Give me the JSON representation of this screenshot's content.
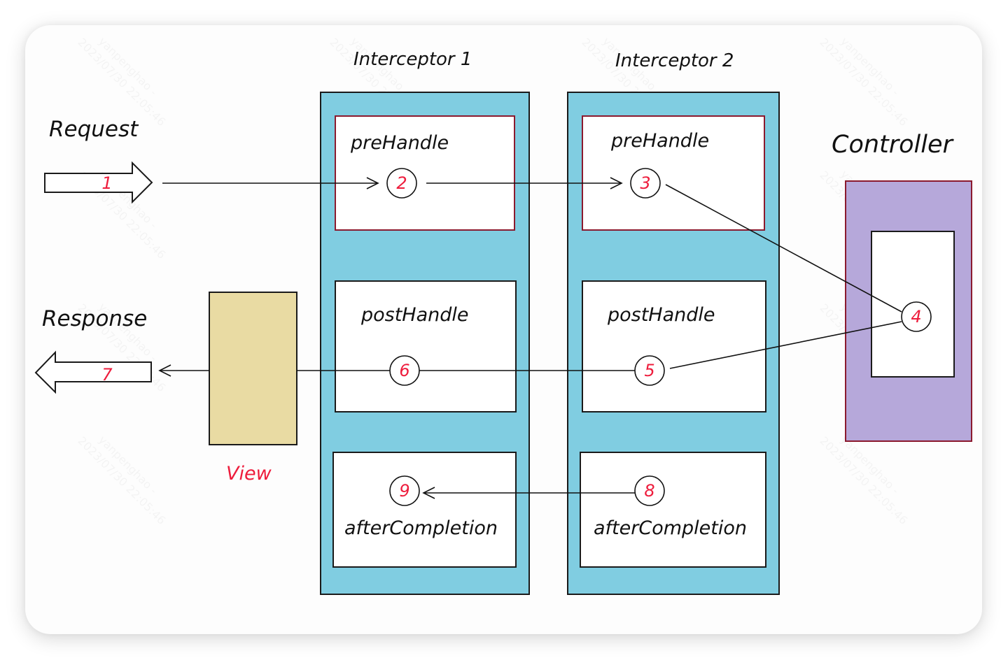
{
  "diagram": {
    "title": "Spring MVC interceptor execution flow",
    "request_label": "Request",
    "response_label": "Response",
    "view_label": "View",
    "controller_label": "Controller",
    "interceptors": [
      {
        "name": "Interceptor 1",
        "pre_handle": "preHandle",
        "post_handle": "postHandle",
        "after_completion": "afterCompletion"
      },
      {
        "name": "Interceptor 2",
        "pre_handle": "preHandle",
        "post_handle": "postHandle",
        "after_completion": "afterCompletion"
      }
    ],
    "steps": [
      "1",
      "2",
      "3",
      "4",
      "5",
      "6",
      "7",
      "8",
      "9"
    ],
    "flow": [
      {
        "from": "1",
        "to": "2",
        "description": "Request enters Interceptor 1 preHandle"
      },
      {
        "from": "2",
        "to": "3",
        "description": "Interceptor 1 preHandle to Interceptor 2 preHandle"
      },
      {
        "from": "3",
        "to": "4",
        "description": "Interceptor 2 preHandle to Controller"
      },
      {
        "from": "4",
        "to": "5",
        "description": "Controller to Interceptor 2 postHandle"
      },
      {
        "from": "5",
        "to": "6",
        "description": "Interceptor 2 postHandle to Interceptor 1 postHandle"
      },
      {
        "from": "6",
        "to": "7",
        "description": "Through View to Response"
      },
      {
        "from": "8",
        "to": "9",
        "description": "Interceptor 2 afterCompletion to Interceptor 1 afterCompletion"
      }
    ],
    "watermark": {
      "user": "yanpenghao -",
      "timestamp": "2023/07/30 22:05:46"
    }
  },
  "colors": {
    "interceptor_fill": "#80cde1",
    "interceptor_border": "#1a1a1a",
    "prehandle_border": "#8b1a2e",
    "controller_fill": "#b6a8da",
    "controller_border": "#8b1a2e",
    "view_fill": "#e9dba3",
    "step_number": "#ee1c3c",
    "line": "#111111"
  }
}
